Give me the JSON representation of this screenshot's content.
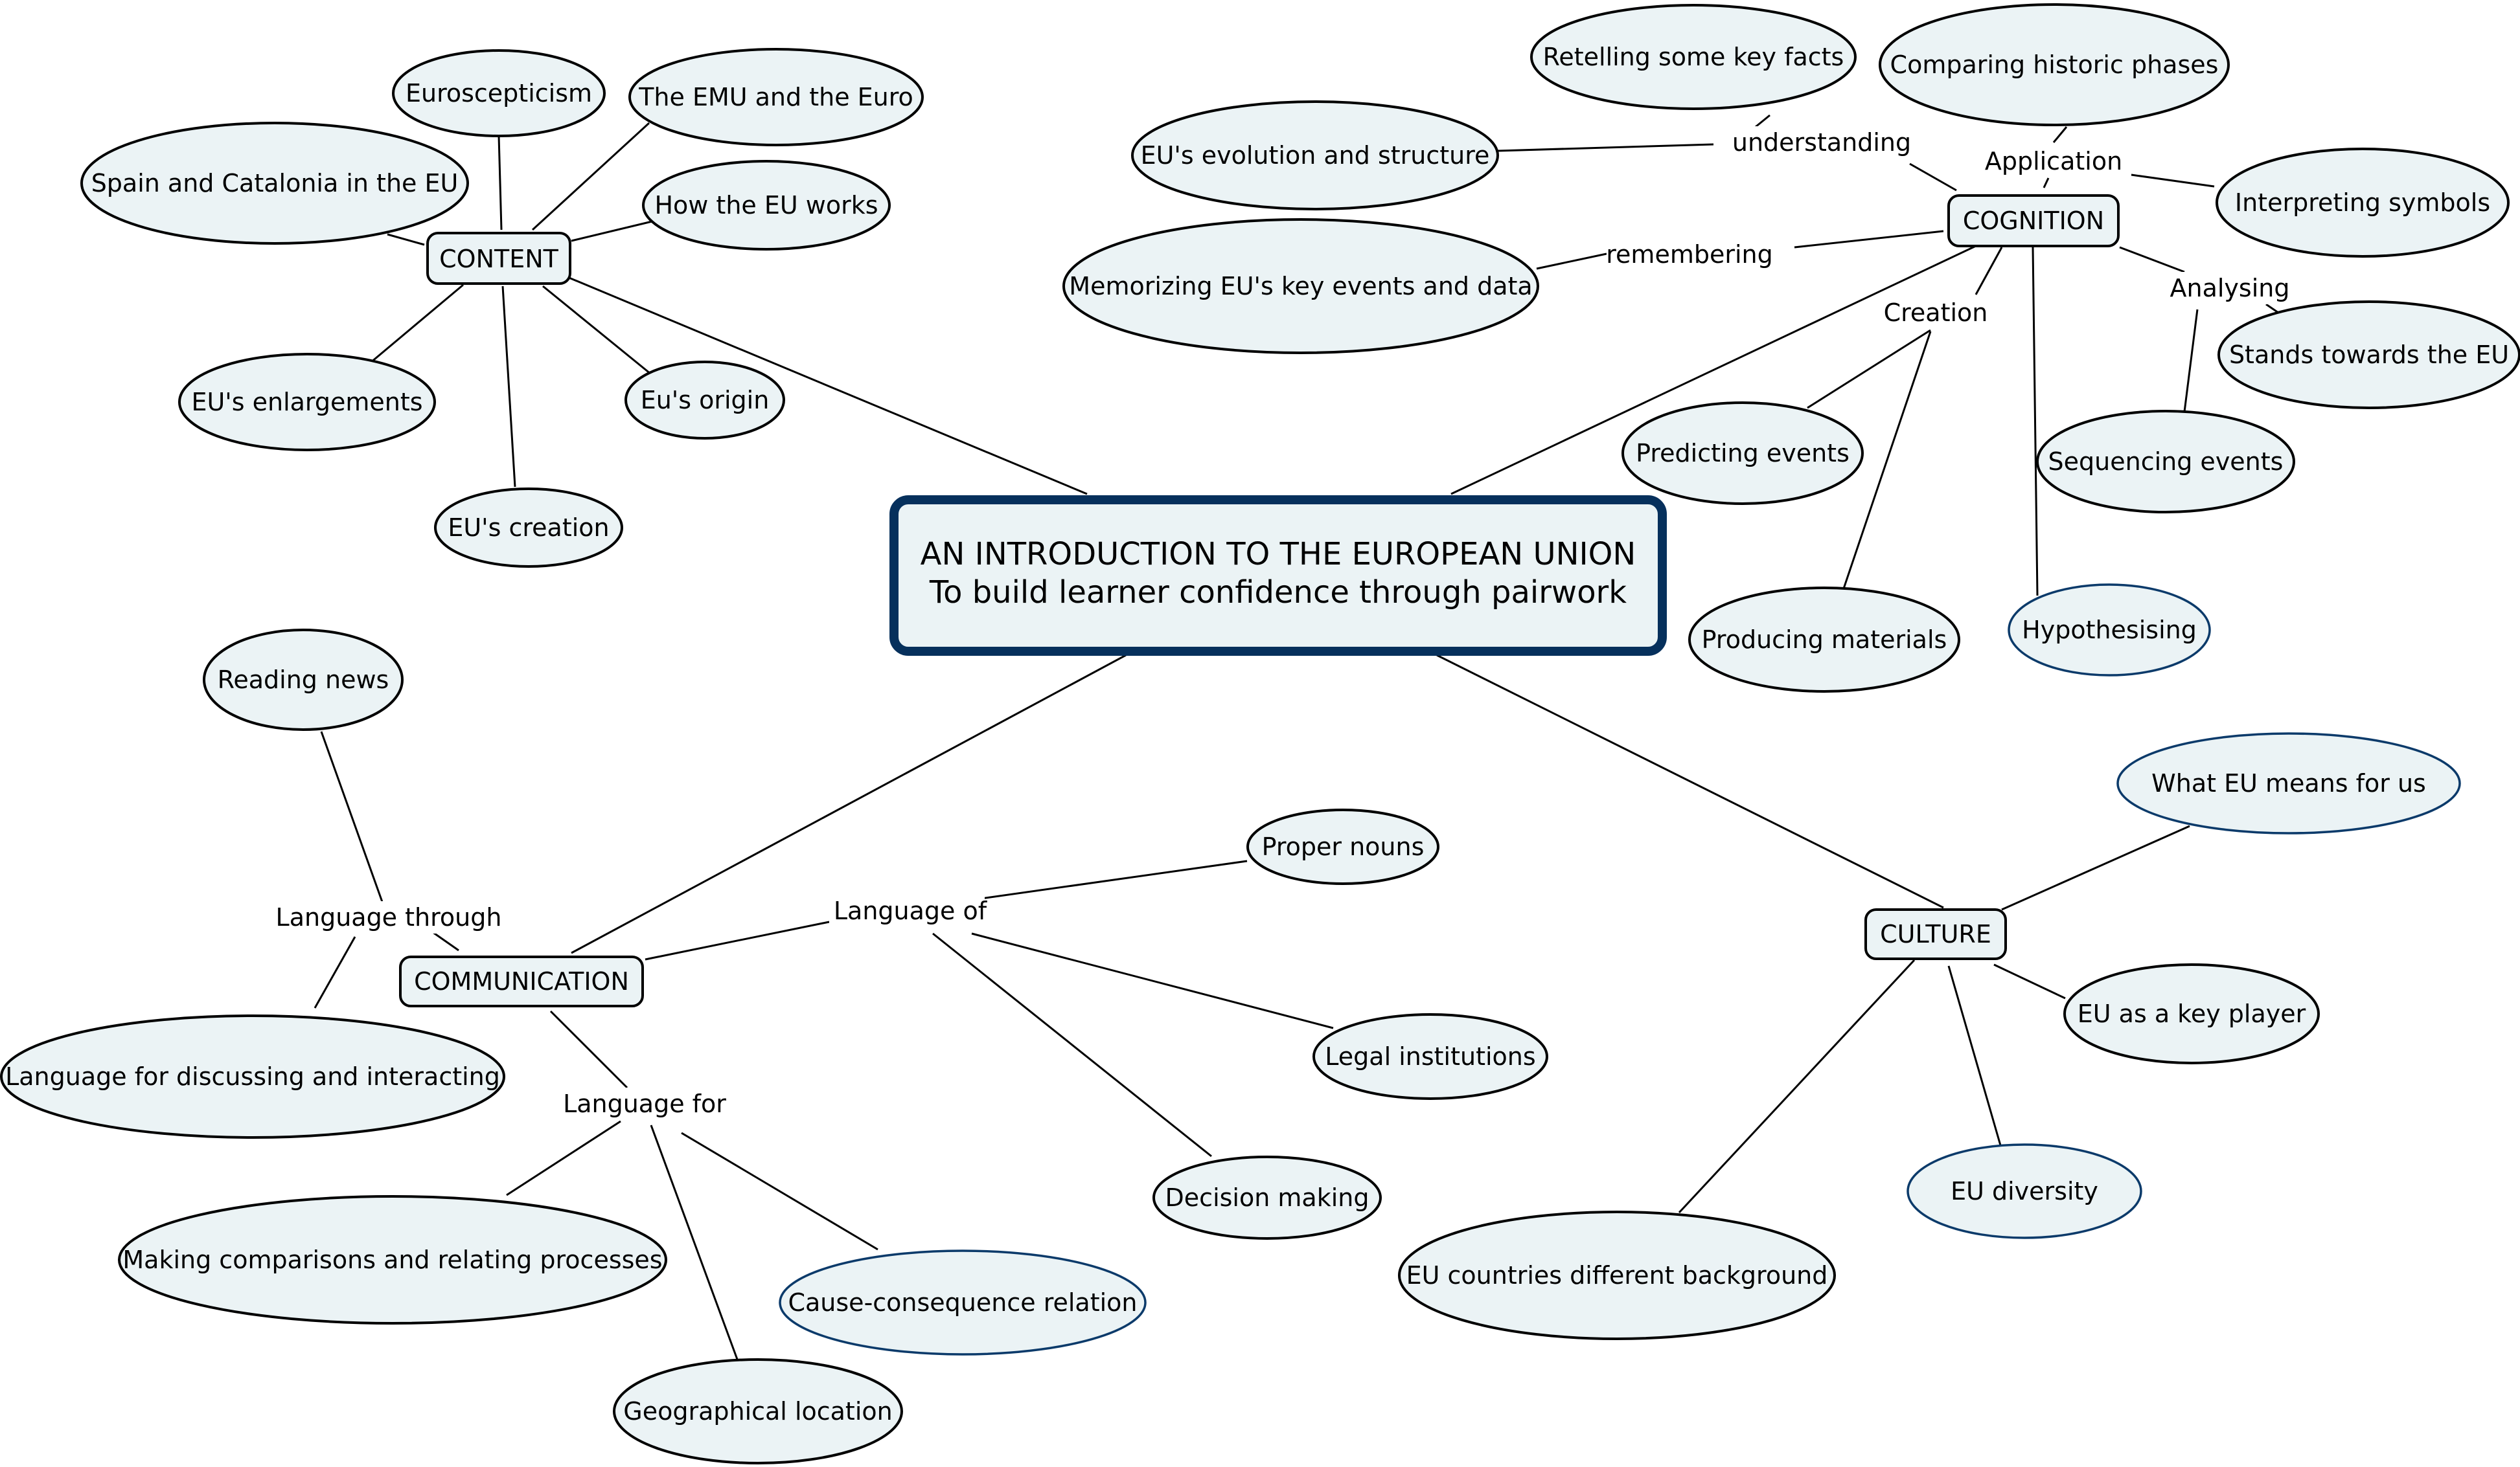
{
  "central": {
    "title": "AN INTRODUCTION TO THE EUROPEAN UNION",
    "subtitle": "To build learner confidence through pairwork"
  },
  "branches": {
    "content": {
      "label": "CONTENT",
      "items": {
        "spain_catalonia": "Spain and Catalonia in the EU",
        "euroscepticism": "Euroscepticism",
        "emu_euro": "The EMU and the Euro",
        "how_eu_works": "How the EU works",
        "enlargements": "EU's enlargements",
        "origin": "Eu's origin",
        "creation": "EU's creation"
      }
    },
    "cognition": {
      "label": "COGNITION",
      "links": {
        "understanding": "understanding",
        "remembering": "remembering",
        "application": "Application",
        "creation": "Creation",
        "analysing": "Analysing"
      },
      "items": {
        "retelling": "Retelling some key facts",
        "evolution": "EU's evolution and structure",
        "memorizing": "Memorizing EU's key events and data",
        "comparing": "Comparing historic phases",
        "interpreting": "Interpreting symbols",
        "stands": "Stands towards the EU",
        "sequencing": "Sequencing events",
        "predicting": "Predicting events",
        "producing": "Producing materials",
        "hypothesising": "Hypothesising"
      }
    },
    "communication": {
      "label": "COMMUNICATION",
      "links": {
        "language_through": "Language through",
        "language_of": "Language of",
        "language_for": "Language for"
      },
      "items": {
        "reading_news": "Reading news",
        "discussing": "Language for discussing and interacting",
        "proper_nouns": "Proper nouns",
        "legal_institutions": "Legal institutions",
        "decision_making": "Decision making",
        "comparisons": "Making comparisons and relating processes",
        "cause_consequence": "Cause-consequence relation",
        "geographical": "Geographical location"
      }
    },
    "culture": {
      "label": "CULTURE",
      "items": {
        "what_eu_means": "What EU means for us",
        "key_player": "EU as a key player",
        "diversity": "EU diversity",
        "countries_background": "EU countries different background"
      }
    }
  }
}
